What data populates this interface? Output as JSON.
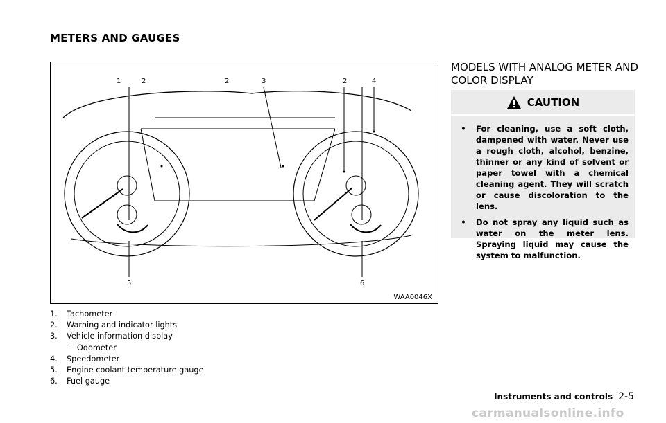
{
  "heading": "METERS AND GAUGES",
  "figure": {
    "code": "WAA0046X",
    "callouts": [
      "1",
      "2",
      "2",
      "3",
      "2",
      "4",
      "5",
      "6"
    ]
  },
  "legend": [
    {
      "num": "1.",
      "text": "Tachometer"
    },
    {
      "num": "2.",
      "text": "Warning and indicator lights"
    },
    {
      "num": "3.",
      "text": "Vehicle information display"
    },
    {
      "num": "",
      "text": "— Odometer"
    },
    {
      "num": "4.",
      "text": "Speedometer"
    },
    {
      "num": "5.",
      "text": "Engine coolant temperature gauge"
    },
    {
      "num": "6.",
      "text": "Fuel gauge"
    }
  ],
  "section_title": "MODELS WITH ANALOG METER AND COLOR DISPLAY",
  "caution": {
    "label": "CAUTION",
    "items": [
      "For cleaning, use a soft cloth, dampened with water. Never use a rough cloth, alcohol, benzine, thinner or any kind of solvent or paper towel with a chemical cleaning agent. They will scratch or cause discoloration to the lens.",
      "Do not spray any liquid such as water on the meter lens. Spraying liquid may cause the system to malfunction."
    ],
    "bullet": "•"
  },
  "footer": {
    "section": "Instruments and controls",
    "page": "2-5"
  },
  "watermark": "carmanualsonline.info",
  "colors": {
    "caution_bg": "#ebebeb",
    "watermark": "#c9c9c9"
  }
}
